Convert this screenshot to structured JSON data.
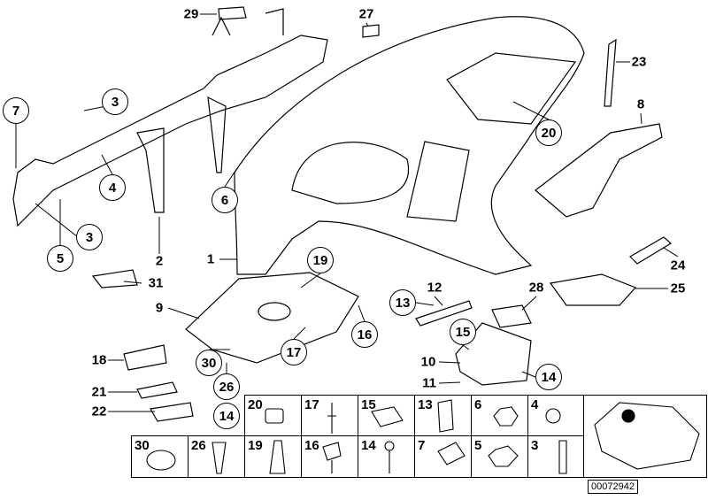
{
  "diagram": {
    "circled_callouts": [
      "7",
      "3",
      "4",
      "3",
      "5",
      "6",
      "20",
      "19",
      "30",
      "26",
      "14",
      "17",
      "16",
      "13",
      "15",
      "14"
    ],
    "plain_callouts": [
      "29",
      "27",
      "23",
      "8",
      "2",
      "1",
      "31",
      "9",
      "12",
      "28",
      "25",
      "24",
      "18",
      "21",
      "22",
      "10",
      "11"
    ]
  },
  "fastener_table": {
    "top_row": [
      "20",
      "17",
      "15",
      "13",
      "6",
      "4"
    ],
    "bottom_row": [
      "30",
      "26",
      "19",
      "16",
      "14",
      "7",
      "5",
      "3"
    ]
  },
  "drawing_number": "00072942"
}
